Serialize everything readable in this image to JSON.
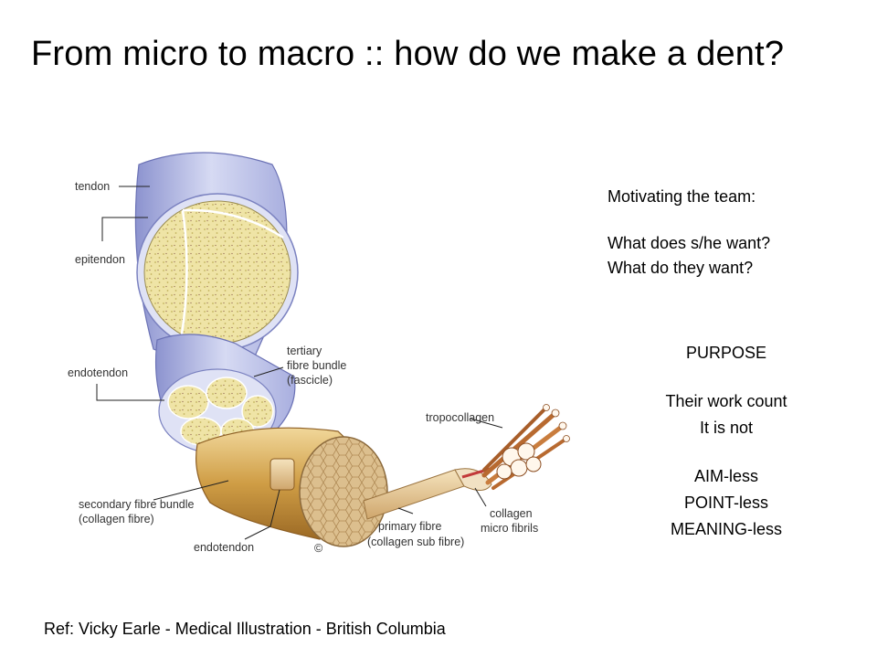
{
  "slide": {
    "title": "From micro to macro :: how do we make a dent?",
    "reference": "Ref: Vicky Earle - Medical Illustration - British Columbia"
  },
  "diagram": {
    "labels": {
      "tendon": "tendon",
      "epitendon": "epitendon",
      "endotendon_upper": "endotendon",
      "tertiary_1": "tertiary",
      "tertiary_2": "fibre bundle",
      "tertiary_3": "(fascicle)",
      "tropocollagen": "tropocollagen",
      "secondary_1": "secondary fibre bundle",
      "secondary_2": "(collagen fibre)",
      "endotendon_lower": "endotendon",
      "primary_1": "primary fibre",
      "primary_2": "(collagen sub fibre)",
      "microfibrils_1": "collagen",
      "microfibrils_2": "micro fibrils",
      "copyright": "©"
    }
  },
  "notes": {
    "heading": "Motivating the team:",
    "q1": "What does s/he want?",
    "q2": "What do they want?"
  },
  "purpose": {
    "heading": "PURPOSE",
    "line1": "Their work count",
    "line2": "It is not",
    "item1": "AIM-less",
    "item2": "POINT-less",
    "item3": "MEANING-less"
  },
  "colors": {
    "sheath": "#c3c8ea",
    "sheath_dark": "#7f86c4",
    "fascicle": "#efe4a6",
    "fibre_gold": "#c9973d",
    "fibre_light": "#e6c98a",
    "fibril": "#c0773a"
  }
}
